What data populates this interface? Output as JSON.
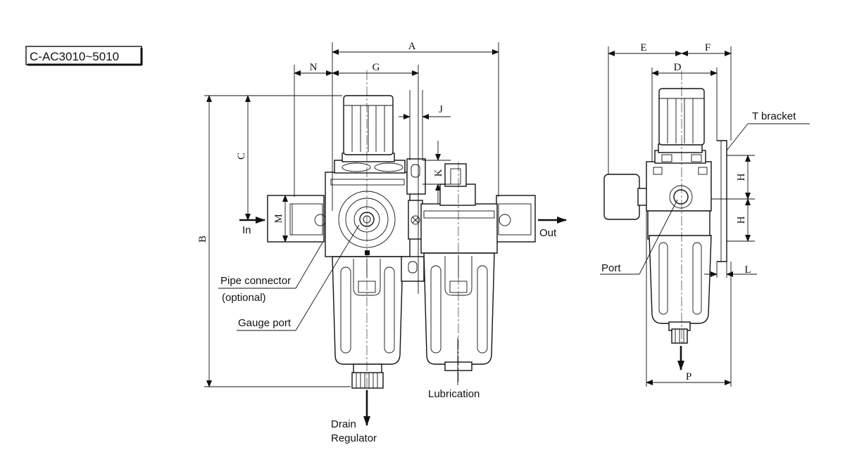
{
  "model": "C-AC3010~5010",
  "dimensions": {
    "A": "A",
    "B": "B",
    "C": "C",
    "D": "D",
    "E": "E",
    "F": "F",
    "G": "G",
    "H_upper": "H",
    "H_lower": "H",
    "J": "J",
    "K": "K",
    "L": "L",
    "M": "M",
    "N": "N",
    "P": "P"
  },
  "labels": {
    "in": "In",
    "out": "Out",
    "pipe_connector": "Pipe connector",
    "optional": "(optional)",
    "gauge_port": "Gauge port",
    "lubrication": "Lubrication",
    "drain": "Drain",
    "regulator": "Regulator",
    "t_bracket": "T bracket",
    "port": "Port"
  }
}
